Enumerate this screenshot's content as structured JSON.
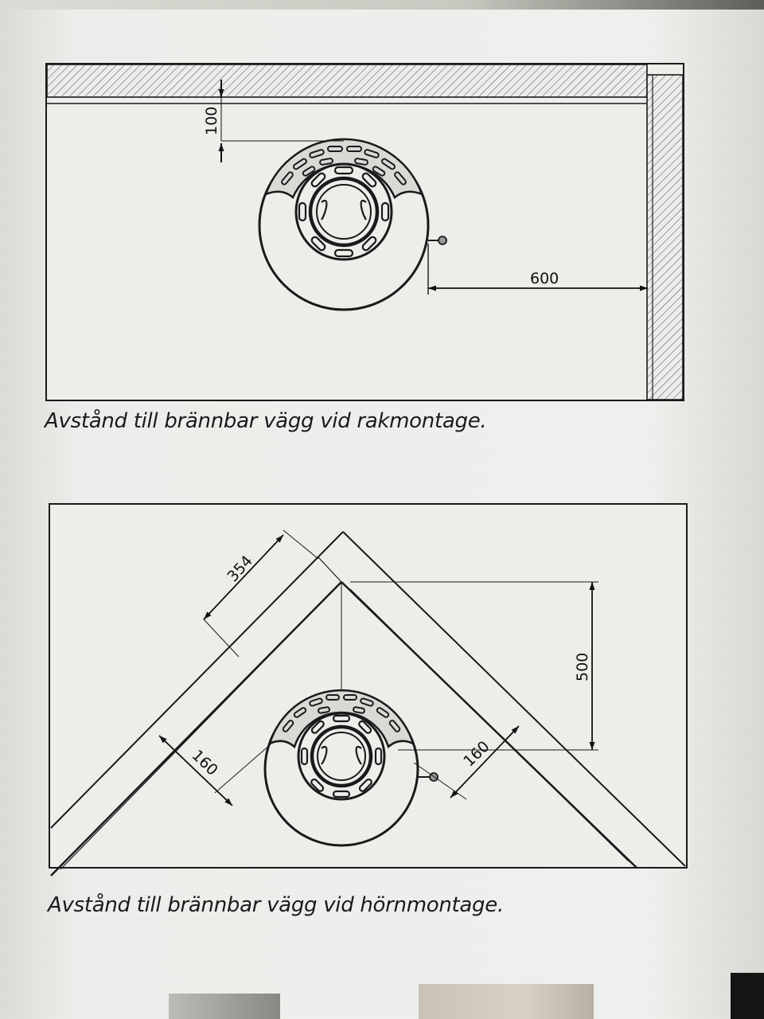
{
  "figures": [
    {
      "caption": "Avstånd till brännbar vägg vid rakmontage.",
      "dimensions": {
        "rear_wall_distance": "100",
        "side_wall_distance": "600"
      }
    },
    {
      "caption": "Avstånd till brännbar vägg vid hörnmontage.",
      "dimensions": {
        "wall_offset": "354",
        "corner_distance": "500",
        "left_clearance": "160",
        "right_clearance": "160"
      }
    }
  ],
  "colors": {
    "line": "#1a1a1a",
    "paper": "#eceeea",
    "hatch": "#666666"
  }
}
